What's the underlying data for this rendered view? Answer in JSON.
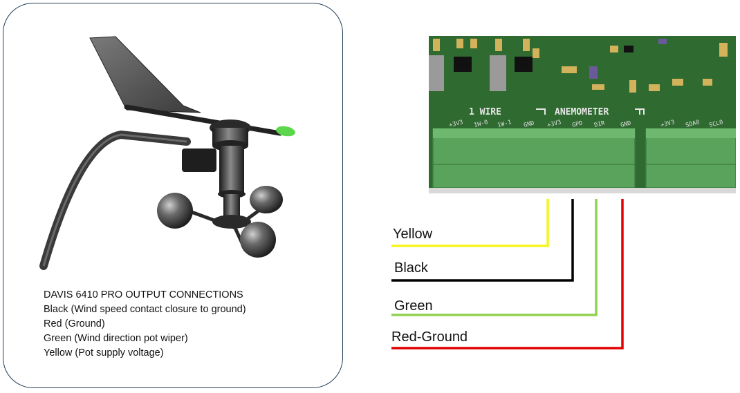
{
  "notes": {
    "title": "DAVIS 6410 PRO OUTPUT CONNECTIONS",
    "lines": [
      "Black (Wind speed contact closure to ground)",
      "Red (Ground)",
      "Green (Wind direction pot wiper)",
      "Yellow (Pot supply voltage)"
    ]
  },
  "pcb": {
    "section_labels": [
      "1 WIRE",
      "ANEMOMETER"
    ],
    "pins": [
      "+3V3",
      "1W-0",
      "1W-1",
      "GND",
      "+3V3",
      "GPD",
      "DIR",
      "GND",
      "+3V3",
      "SDA0",
      "SCL0"
    ]
  },
  "wires": [
    {
      "label": "Yellow",
      "color": "#f5f51e"
    },
    {
      "label": "Black",
      "color": "#000000"
    },
    {
      "label": "Green",
      "color": "#92d050"
    },
    {
      "label": "Red-Ground",
      "color": "#e00000"
    }
  ],
  "colors": {
    "pcb_green": "#2f6a31",
    "terminal_green": "#5aa35c",
    "card_border": "#1f3b57"
  }
}
